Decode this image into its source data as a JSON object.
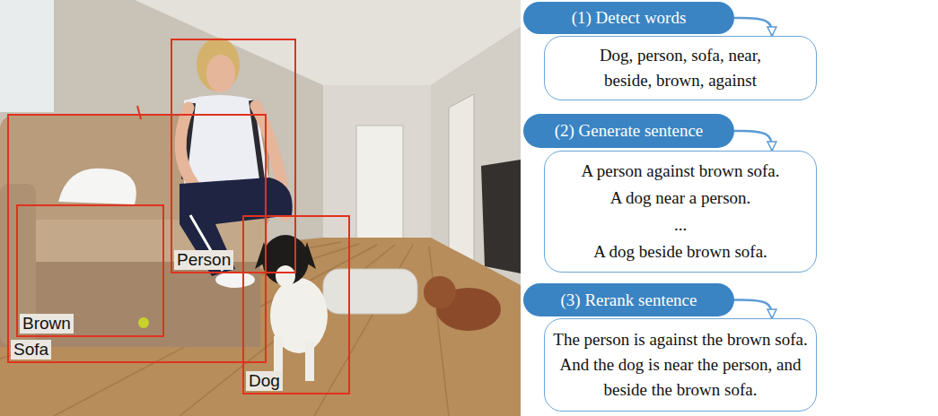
{
  "diagram": {
    "nodes": [
      {
        "text": [
          "Person"
        ]
      },
      {
        "text": [
          "Sofa"
        ]
      },
      {
        "text": [
          "Brown"
        ],
        "in": 1
      },
      {
        "text": [
          "Dog"
        ]
      },
      {
        "text": [
          "(1) Detect words"
        ]
      },
      {
        "text": [
          "Dog, person, sofa, near, beside, brown, against"
        ]
      },
      {
        "text": [
          "(2) Generate sentence"
        ]
      },
      {
        "text": [
          "A person against brown sofa.",
          "A dog near a person.",
          "...",
          "A dog beside brown sofa."
        ]
      },
      {
        "text": [
          "(3) Rerank sentence"
        ]
      },
      {
        "text": [
          "The person is against the brown sofa. And the dog is near the person, and beside the brown sofa."
        ]
      }
    ],
    "edges": [
      {
        "from": 4,
        "to": 5,
        "arrow": "to"
      },
      {
        "from": 6,
        "to": 7,
        "arrow": "to"
      },
      {
        "from": 8,
        "to": 9,
        "arrow": "to"
      }
    ]
  }
}
